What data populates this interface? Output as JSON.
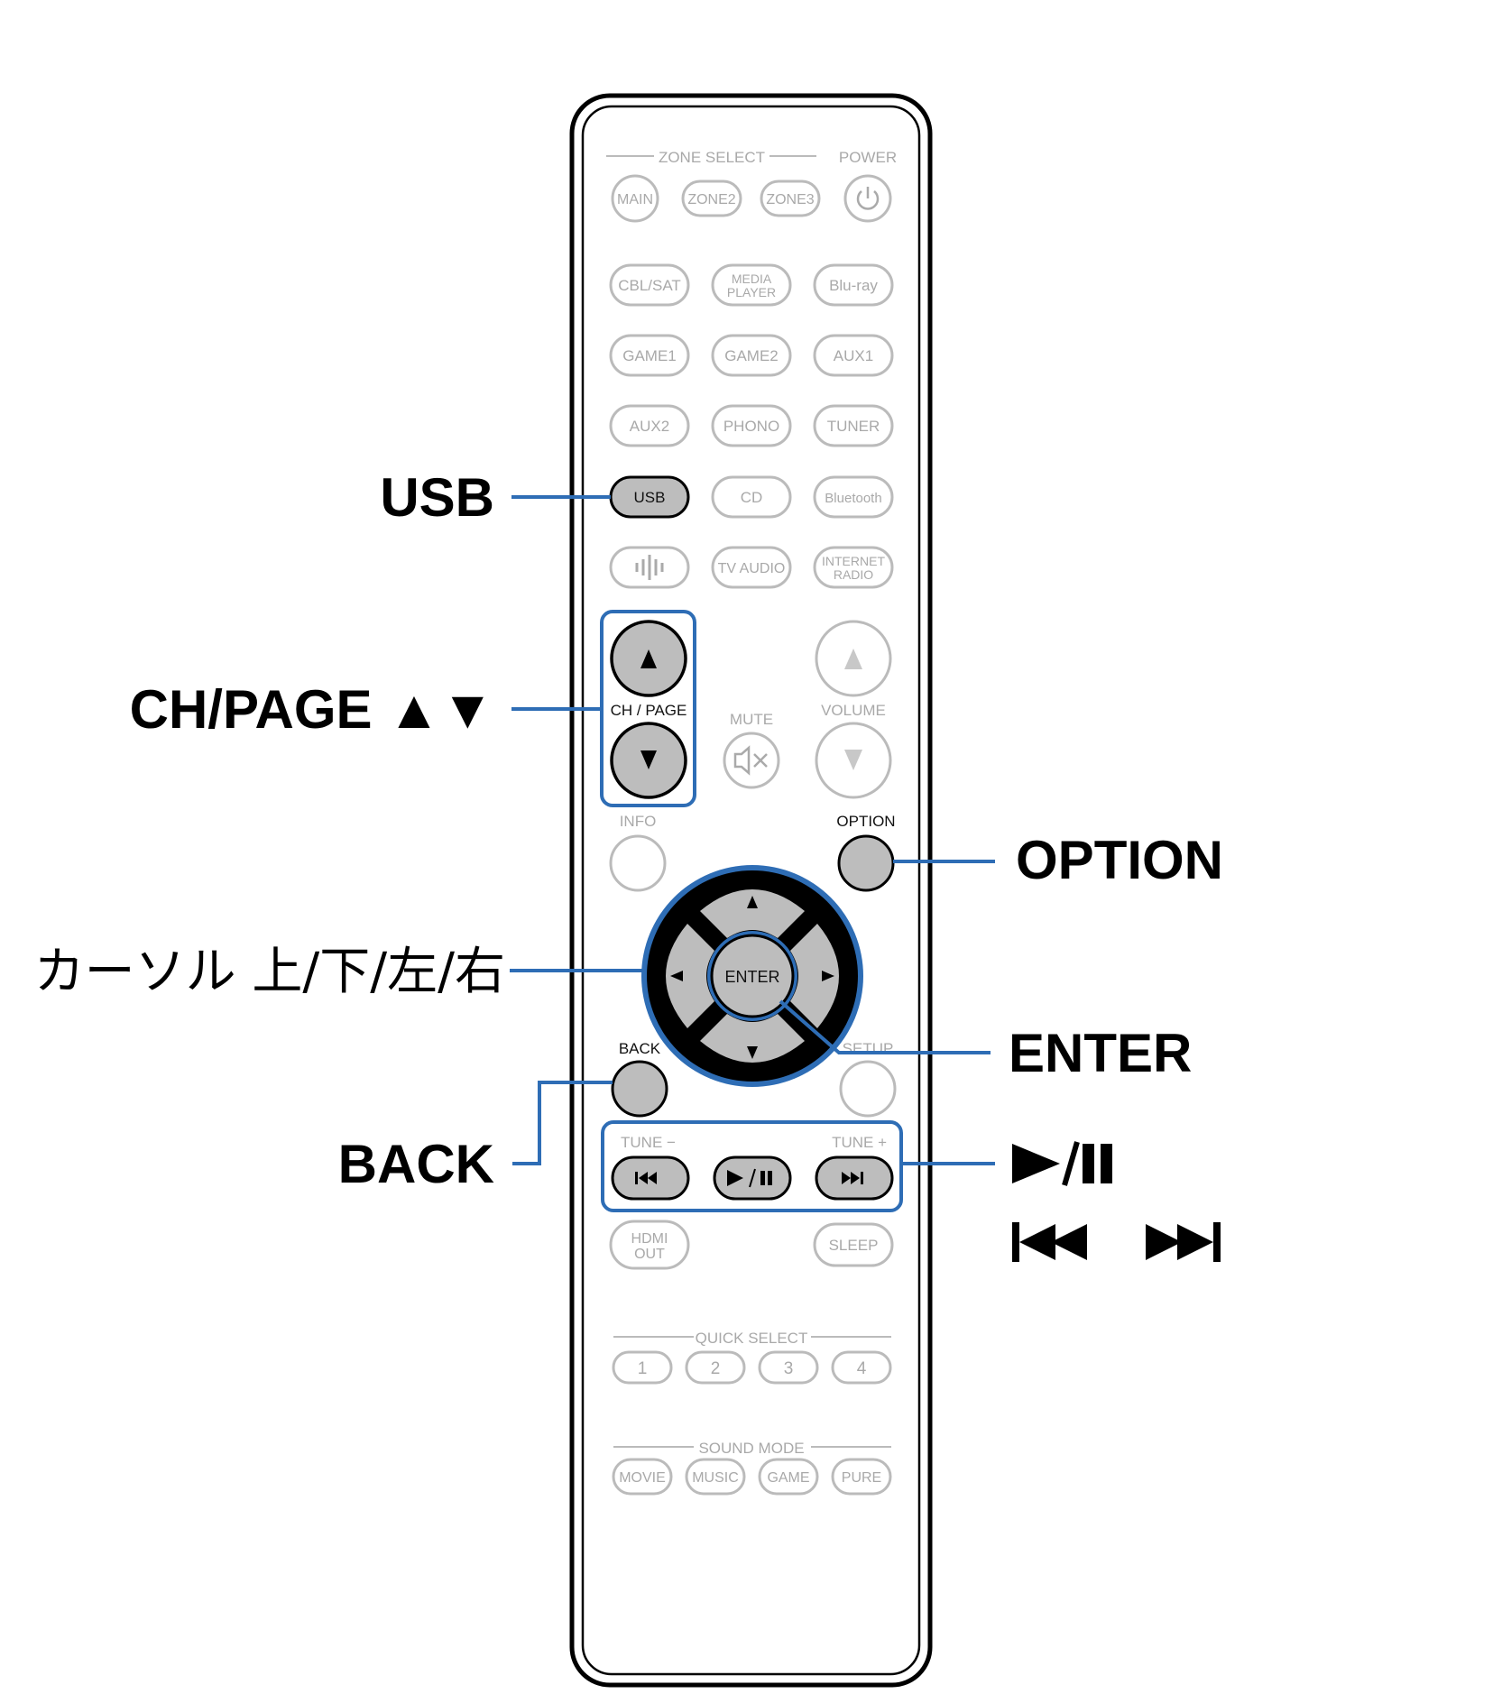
{
  "remote": {
    "zone_select_label": "ZONE SELECT",
    "power_label": "POWER",
    "zone_buttons": [
      "MAIN",
      "ZONE2",
      "ZONE3"
    ],
    "source_row1": [
      "CBL/SAT",
      "MEDIA",
      "PLAYER",
      "Blu-ray"
    ],
    "source_row2": [
      "GAME1",
      "GAME2",
      "AUX1"
    ],
    "source_row3": [
      "AUX2",
      "PHONO",
      "TUNER"
    ],
    "source_row4": [
      "USB",
      "CD",
      "Bluetooth"
    ],
    "source_row5": [
      "TV AUDIO",
      "INTERNET",
      "RADIO"
    ],
    "ch_page_label": "CH / PAGE",
    "mute_label": "MUTE",
    "volume_label": "VOLUME",
    "info_label": "INFO",
    "option_label": "OPTION",
    "enter_label": "ENTER",
    "back_label": "BACK",
    "setup_label": "SETUP",
    "tune_minus_label": "TUNE −",
    "tune_plus_label": "TUNE +",
    "hdmi_out_label": [
      "HDMI",
      "OUT"
    ],
    "sleep_label": "SLEEP",
    "quick_select_label": "QUICK SELECT",
    "quick_select_buttons": [
      "1",
      "2",
      "3",
      "4"
    ],
    "sound_mode_label": "SOUND MODE",
    "sound_mode_buttons": [
      "MOVIE",
      "MUSIC",
      "GAME",
      "PURE"
    ]
  },
  "callouts": {
    "usb": "USB",
    "ch_page": "CH/PAGE ▲▼",
    "cursor": "カーソル 上/下/左/右",
    "back": "BACK",
    "option": "OPTION",
    "enter": "ENTER",
    "play_pause": "►/❚❚",
    "skip": "◀◀ ▶▶"
  },
  "colors": {
    "highlight_blue": "#2e6db5",
    "button_active": "#bdbdbd",
    "button_inactive": "#cfcfcf"
  }
}
